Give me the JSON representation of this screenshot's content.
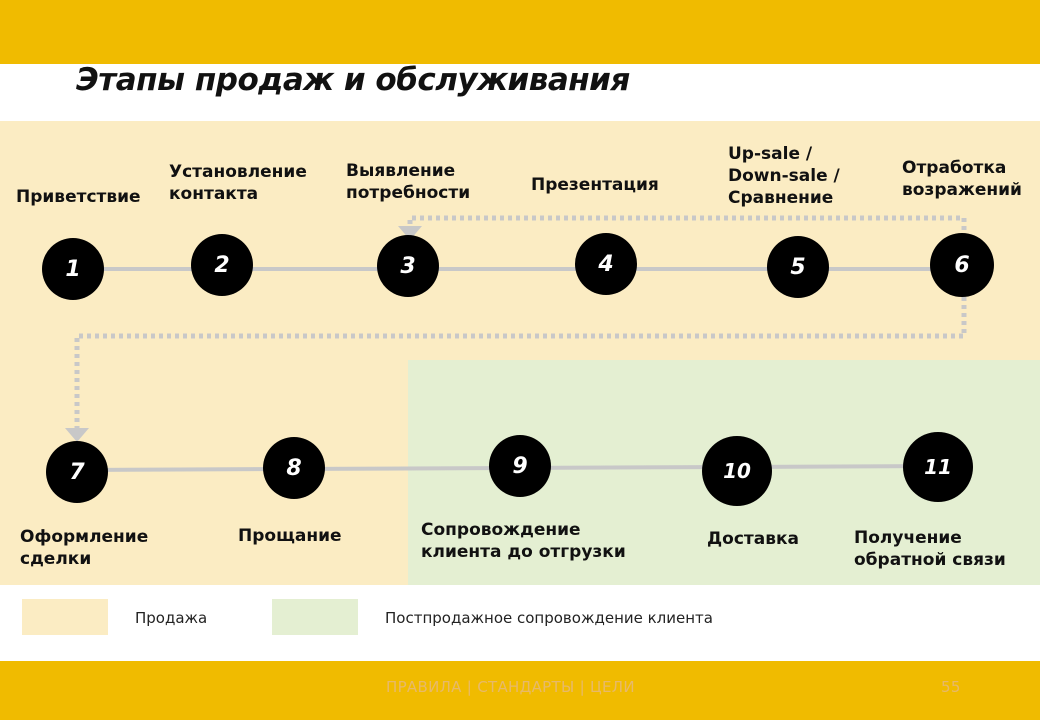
{
  "title": "Этапы продаж и обслуживания",
  "colors": {
    "brand_yellow": "#f0bb00",
    "sale_zone": "#fbecc3",
    "post_sale_zone": "#e4efd2",
    "node": "#000000",
    "connector": "#c8c8c8",
    "footer_text": "#e7b96a"
  },
  "stages": [
    {
      "number": "1",
      "label": "Приветствие"
    },
    {
      "number": "2",
      "label": "Установление\nконтакта"
    },
    {
      "number": "3",
      "label": "Выявление\nпотребности"
    },
    {
      "number": "4",
      "label": "Презентация"
    },
    {
      "number": "5",
      "label": "Up-sale /\nDown-sale  /\nСравнение"
    },
    {
      "number": "6",
      "label": "Отработка\nвозражений"
    },
    {
      "number": "7",
      "label": "Оформление\nсделки"
    },
    {
      "number": "8",
      "label": "Прощание"
    },
    {
      "number": "9",
      "label": "Сопровождение\nклиента до отгрузки"
    },
    {
      "number": "10",
      "label": "Доставка"
    },
    {
      "number": "11",
      "label": "Получение\nобратной связи"
    }
  ],
  "loops": [
    {
      "from": "6",
      "to": "3"
    },
    {
      "from": "6",
      "to": "7"
    }
  ],
  "legend": [
    {
      "label": "Продажа",
      "color": "#fbecc3"
    },
    {
      "label": "Постпродажное сопровождение клиента",
      "color": "#e4efd2"
    }
  ],
  "footer": {
    "text": "ПРАВИЛА | СТАНДАРТЫ | ЦЕЛИ",
    "page_number": "55"
  }
}
